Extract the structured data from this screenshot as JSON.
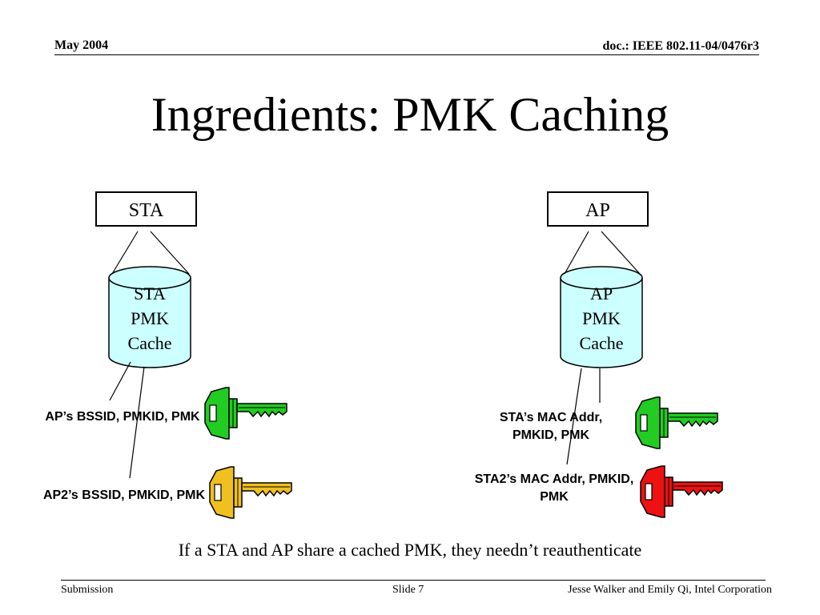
{
  "header": {
    "date": "May 2004",
    "doc": "doc.: IEEE 802.11-04/0476r3"
  },
  "title": "Ingredients: PMK Caching",
  "sta": {
    "box_label": "STA",
    "cache": [
      "STA",
      "PMK",
      "Cache"
    ],
    "entries": [
      {
        "text": "AP’s BSSID, PMKID, PMK",
        "key_color": "#22cc22"
      },
      {
        "text": "AP2’s BSSID, PMKID, PMK",
        "key_color": "#f0c020"
      }
    ]
  },
  "ap": {
    "box_label": "AP",
    "cache": [
      "AP",
      "PMK",
      "Cache"
    ],
    "entries": [
      {
        "text": "STA’s MAC Addr, PMKID, PMK",
        "key_color": "#22cc22"
      },
      {
        "text": "STA2’s MAC Addr, PMKID, PMK",
        "key_color": "#ee1111"
      }
    ]
  },
  "caption": "If a STA and AP share a cached PMK, they needn’t reauthenticate",
  "footer": {
    "left": "Submission",
    "slide": "Slide 7",
    "authors": "Jesse Walker and Emily Qi, Intel Corporation"
  },
  "colors": {
    "cylinder_fill": "#ccffff",
    "key_outline": "#000000"
  }
}
